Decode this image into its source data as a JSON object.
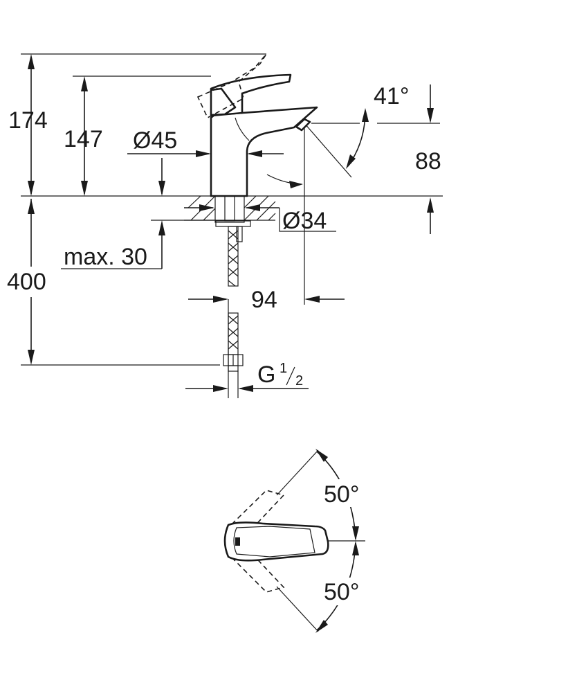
{
  "dimensions": {
    "total_height": "174",
    "spout_height": "147",
    "body_diameter": "Ø45",
    "spout_outlet_height": "88",
    "spout_angle": "41°",
    "mounting_hole": "Ø34",
    "max_deck_thickness": "max. 30",
    "hose_length": "400",
    "spout_projection": "94",
    "connection_main": "G",
    "connection_fraction_num": "1",
    "connection_fraction_den": "2",
    "lever_rotation_upper": "50°",
    "lever_rotation_lower": "50°"
  },
  "colors": {
    "line": "#1a1a1a",
    "background": "#ffffff"
  }
}
